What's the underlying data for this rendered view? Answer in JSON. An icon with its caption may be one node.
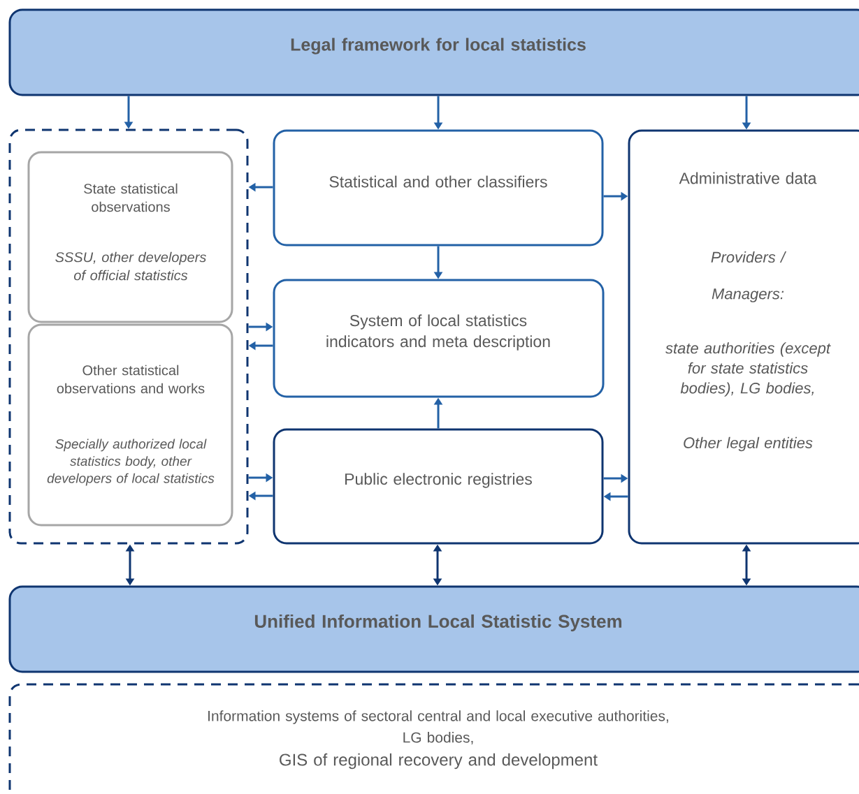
{
  "diagram": {
    "nodes": [
      {
        "text": [
          "Legal framework for local statistics"
        ]
      },
      {
        "text": [],
        "shape": "box"
      },
      {
        "text": [
          "State statistical observations",
          "SSSU, other developers of official statistics"
        ],
        "in": 1
      },
      {
        "text": [
          "Statistical and other classifiers"
        ]
      },
      {
        "text": [
          "Administrative data",
          "Providers /",
          "Managers:",
          "state authorities (except for state statistics bodies), LG bodies,",
          "Other legal entities"
        ]
      },
      {
        "text": [
          "System of local statistics indicators and meta description"
        ]
      },
      {
        "text": [
          "Other statistical observations and works",
          "Specially authorized local statistics body, other developers of local statistics"
        ],
        "in": 1
      },
      {
        "text": [
          "Public electronic registries"
        ]
      },
      {
        "text": [
          "Unified Information Local Statistic System"
        ]
      },
      {
        "text": [
          "Information systems of sectoral central and local executive authorities,",
          "LG bodies,",
          "GIS of regional recovery and development"
        ]
      }
    ],
    "edges": [
      {
        "from": 0,
        "to": 1,
        "arrow": "to"
      },
      {
        "from": 0,
        "to": 3,
        "arrow": "to"
      },
      {
        "from": 0,
        "to": 4,
        "arrow": "to"
      },
      {
        "from": 3,
        "to": 1,
        "arrow": "to"
      },
      {
        "from": 3,
        "to": 4,
        "arrow": "to"
      },
      {
        "from": 3,
        "to": 5,
        "arrow": "to"
      },
      {
        "from": 1,
        "to": 5,
        "arrow": "to"
      },
      {
        "from": 5,
        "to": 1,
        "arrow": "to"
      },
      {
        "from": 7,
        "to": 5,
        "arrow": "to"
      },
      {
        "from": 1,
        "to": 7,
        "arrow": "to"
      },
      {
        "from": 7,
        "to": 1,
        "arrow": "to"
      },
      {
        "from": 7,
        "to": 4,
        "arrow": "to"
      },
      {
        "from": 4,
        "to": 7,
        "arrow": "to"
      },
      {
        "from": 1,
        "to": 8,
        "arrow": "both",
        "color": "#0f3570"
      },
      {
        "from": 7,
        "to": 8,
        "arrow": "both",
        "color": "#0f3570"
      },
      {
        "from": 4,
        "to": 8,
        "arrow": "both",
        "color": "#0f3570"
      }
    ]
  }
}
